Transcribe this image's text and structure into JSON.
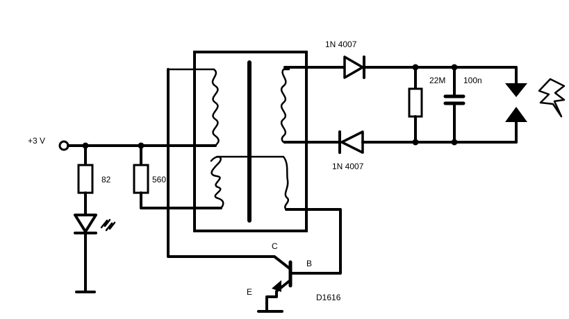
{
  "labels": {
    "supply": "+3 V",
    "r_led": "82",
    "r_bias": "560",
    "diode_top": "1N 4007",
    "diode_bottom": "1N 4007",
    "r_bleed": "22M",
    "cap": "100n",
    "collector": "C",
    "base": "B",
    "emitter": "E",
    "transistor": "D1616"
  },
  "icons": [
    "lightning-icon",
    "light-emission-icon"
  ],
  "colors": {
    "ink": "#000000",
    "background": "#ffffff"
  }
}
